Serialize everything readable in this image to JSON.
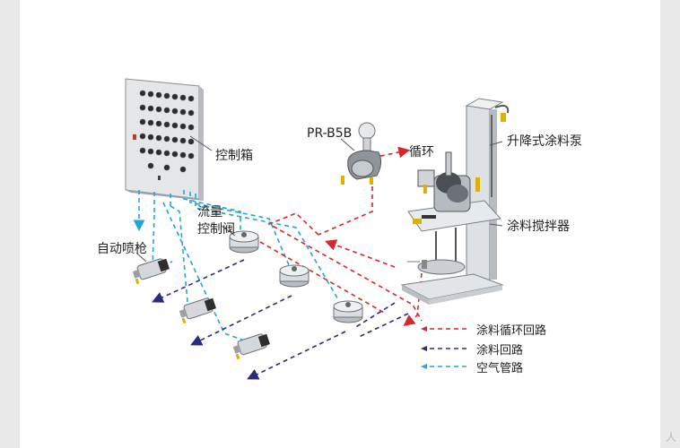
{
  "diagram": {
    "labels": {
      "control_box": "控制箱",
      "flow_valve": "流量\n控制阀",
      "auto_gun": "自动喷枪",
      "pump_model": "PR-B5B",
      "circulation": "循环",
      "lift_pump": "升降式涂料泵",
      "agitator": "涂料搅拌器"
    },
    "legend": [
      {
        "label": "涂料循环回路",
        "color": "#d9262b"
      },
      {
        "label": "涂料回路",
        "color": "#2a2a7e"
      },
      {
        "label": "空气管路",
        "color": "#20a6d8"
      }
    ]
  },
  "corner_mark": "人"
}
